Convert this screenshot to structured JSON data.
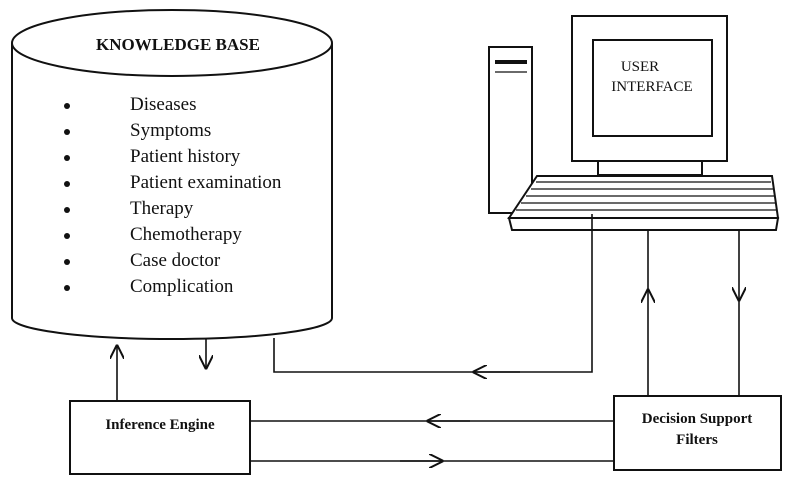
{
  "diagram": {
    "knowledge_base": {
      "title": "KNOWLEDGE BASE",
      "items": [
        "Diseases",
        "Symptoms",
        "Patient history",
        "Patient examination",
        "Therapy",
        "Chemotherapy",
        "Case doctor",
        "Complication"
      ]
    },
    "user_interface": {
      "line1": "USER",
      "line2": "INTERFACE"
    },
    "inference_engine": {
      "label": "Inference Engine"
    },
    "decision_support": {
      "line1": "Decision Support",
      "line2": "Filters"
    },
    "colors": {
      "ink": "#111111",
      "background": "#ffffff"
    }
  }
}
